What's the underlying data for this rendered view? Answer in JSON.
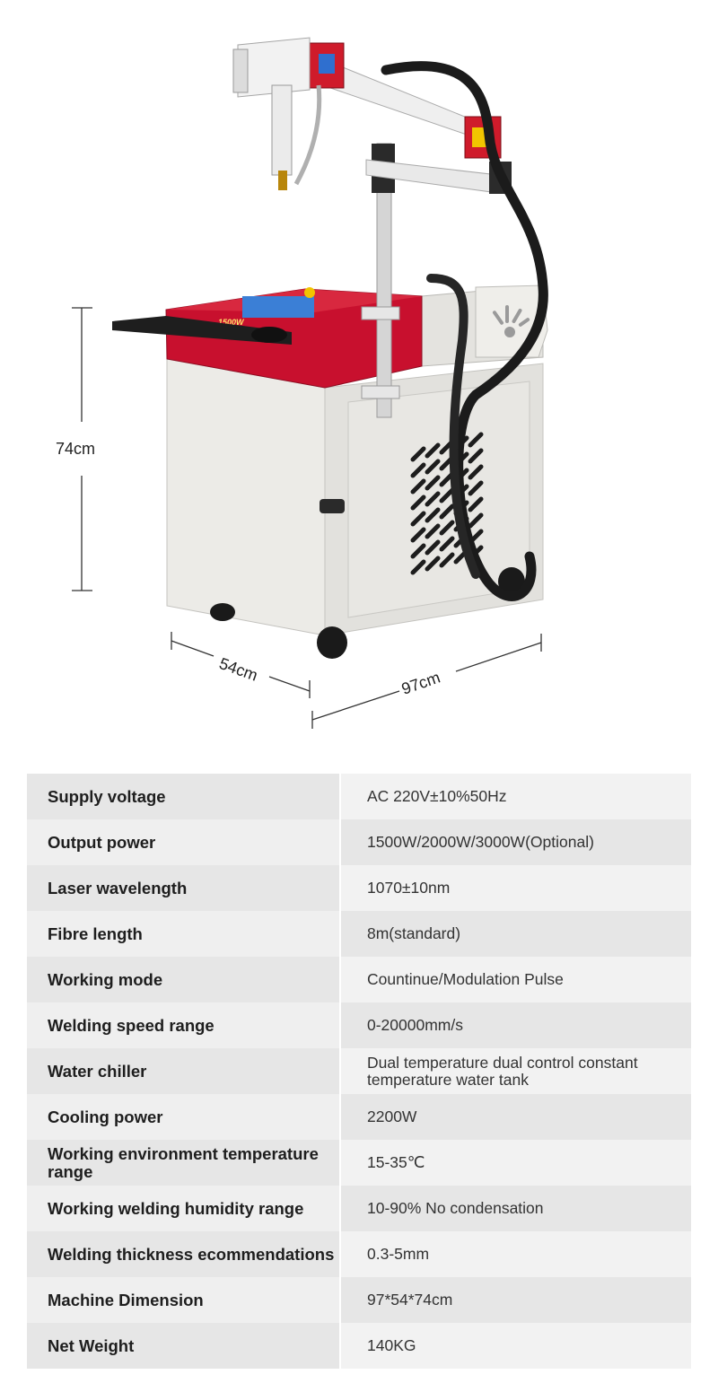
{
  "dimensions": {
    "height_label": "74cm",
    "depth_label": "54cm",
    "width_label": "97cm"
  },
  "machine": {
    "power_badge": "1500W"
  },
  "specs": [
    {
      "label": "Supply voltage",
      "value": "AC 220V±10%50Hz"
    },
    {
      "label": "Output power",
      "value": "1500W/2000W/3000W(Optional)"
    },
    {
      "label": "Laser wavelength",
      "value": "1070±10nm"
    },
    {
      "label": "Fibre length",
      "value": "8m(standard)"
    },
    {
      "label": "Working mode",
      "value": "Countinue/Modulation  Pulse"
    },
    {
      "label": "Welding speed range",
      "value": "0-20000mm/s"
    },
    {
      "label": "Water chiller",
      "value": "Dual temperature dual control constant temperature water tank"
    },
    {
      "label": "Cooling power",
      "value": "2200W"
    },
    {
      "label": "Working environment temperature range",
      "value": "15-35℃"
    },
    {
      "label": "Working welding humidity range",
      "value": "10-90% No condensation"
    },
    {
      "label": "Welding thickness ecommendations",
      "value": "0.3-5mm"
    },
    {
      "label": "Machine Dimension",
      "value": "97*54*74cm"
    },
    {
      "label": "Net Weight",
      "value": "140KG"
    }
  ],
  "colors": {
    "panel_red": "#c8102e",
    "cabinet_white": "#ecebe7",
    "hose_black": "#1b1b1b"
  }
}
